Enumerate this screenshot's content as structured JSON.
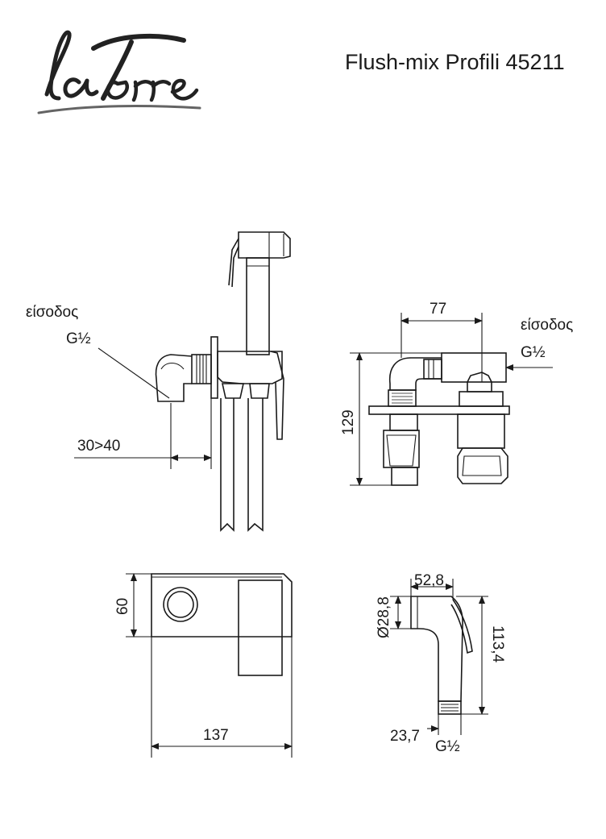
{
  "header": {
    "brand": "laTorre",
    "title": "Flush-mix Profili 45211"
  },
  "side_view": {
    "inlet_label": "είσοδος",
    "inlet_thread": "G½",
    "depth_dim": "30>40"
  },
  "front_section": {
    "width_dim": "77",
    "height_dim": "129",
    "inlet_label": "είσοδος",
    "inlet_thread": "G½"
  },
  "plate_view": {
    "height_dim": "60",
    "width_dim": "137"
  },
  "spray_head": {
    "diameter_dim": "Ø28,8",
    "head_length_dim": "52,8",
    "length_dim": "113,4",
    "base_dim": "23,7",
    "thread": "G½"
  }
}
